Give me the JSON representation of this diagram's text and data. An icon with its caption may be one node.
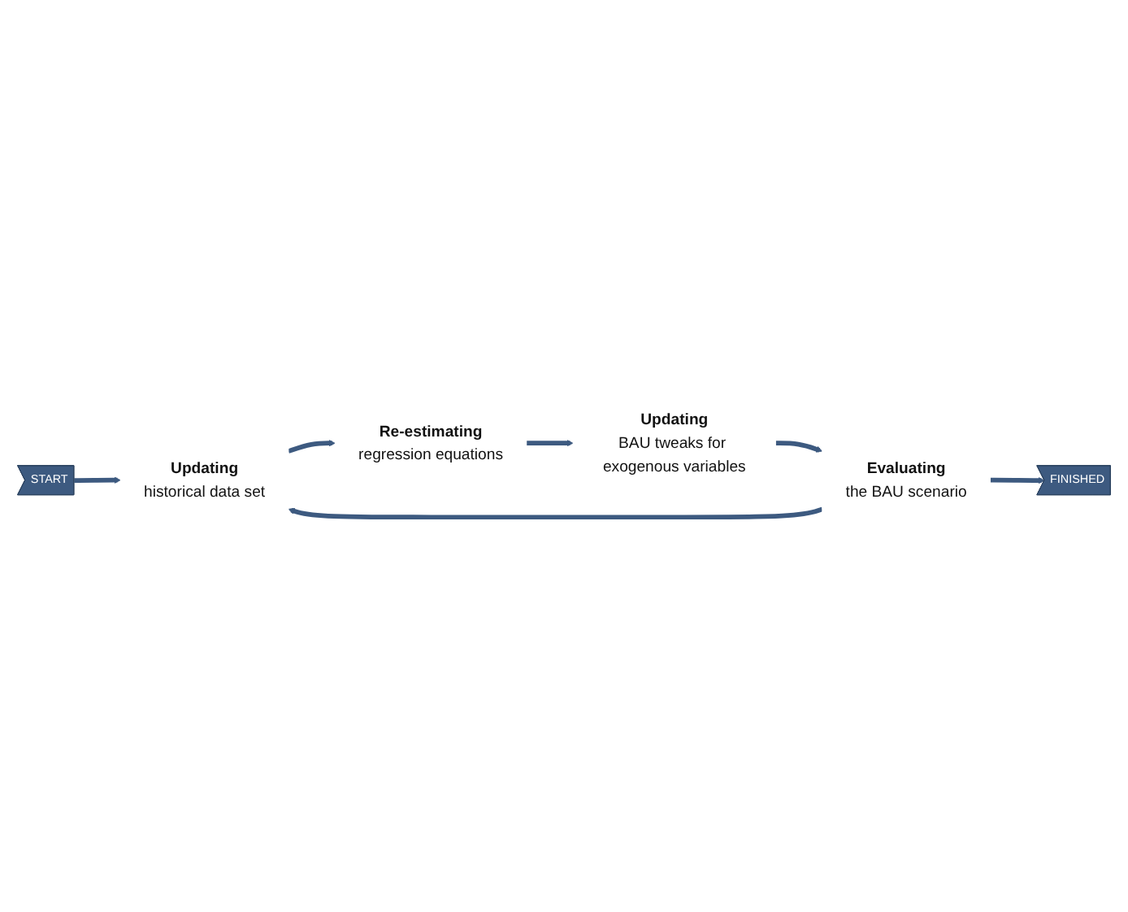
{
  "diagram": {
    "nodes": [
      {
        "text": [
          "START"
        ]
      },
      {
        "text": [
          "Updating",
          "historical data set"
        ]
      },
      {
        "text": [
          "Re-estimating",
          "regression equations"
        ]
      },
      {
        "text": [
          "Updating",
          "BAU tweaks for exogenous variables"
        ]
      },
      {
        "text": [
          "Evaluating",
          "the BAU scenario"
        ]
      },
      {
        "text": [
          "FINISHED"
        ]
      }
    ],
    "edges": [
      {
        "from": 0,
        "to": 1,
        "arrow": "to"
      },
      {
        "from": 1,
        "to": 2,
        "arrow": "to"
      },
      {
        "from": 2,
        "to": 3,
        "arrow": "to"
      },
      {
        "from": 3,
        "to": 4,
        "arrow": "to"
      },
      {
        "from": 4,
        "to": 1,
        "arrow": "to"
      },
      {
        "from": 4,
        "to": 5,
        "arrow": "to"
      }
    ]
  }
}
